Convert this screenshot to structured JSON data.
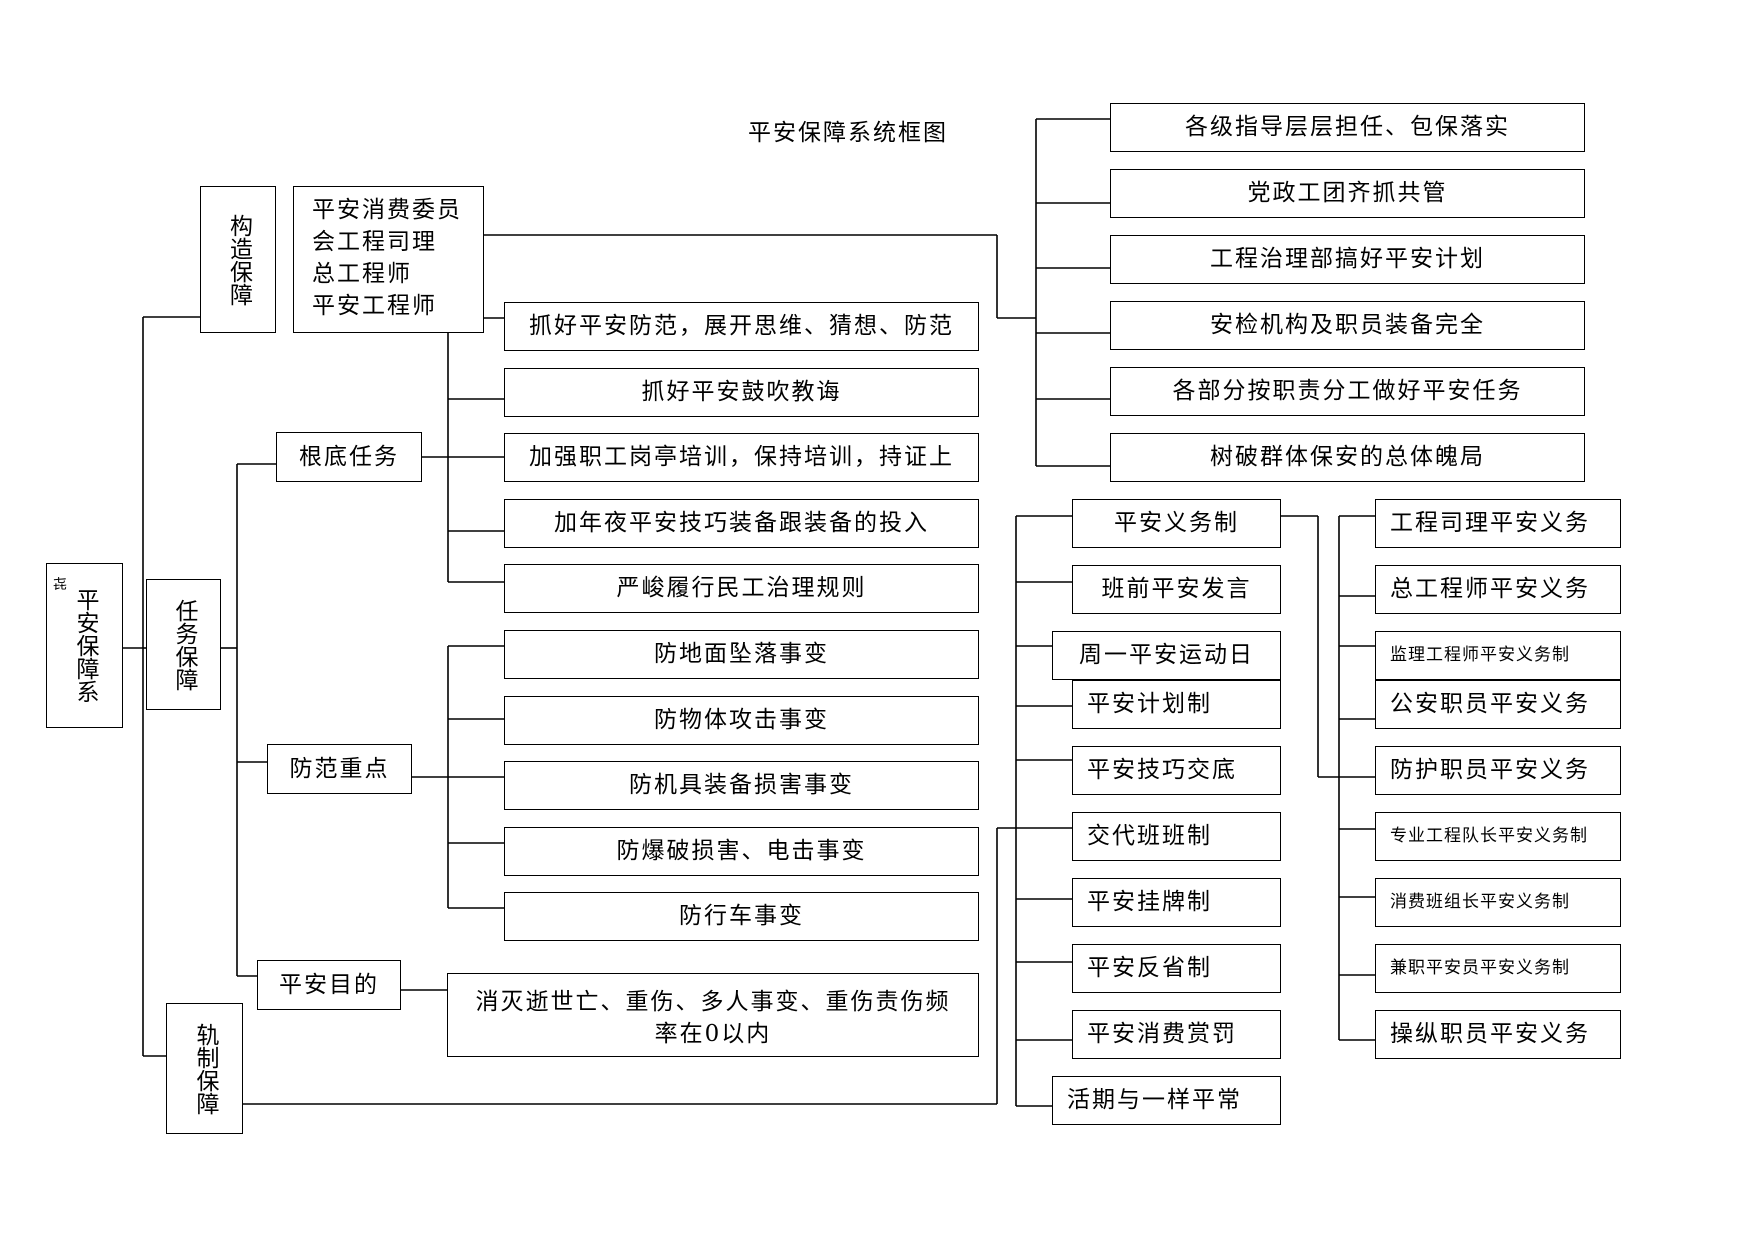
{
  "title": "平安保障系统框图",
  "root": {
    "label": "平安保障系",
    "edge_mark": "㐂"
  },
  "branches": {
    "structure": "构造保障",
    "task": "任务保障",
    "control": "轨制保障"
  },
  "structure_roles": [
    "平安消费委员",
    "会工程司理",
    "总工程师",
    "平安工程师"
  ],
  "task_groups": {
    "basic": "根底任务",
    "prevention": "防范重点",
    "goal": "平安目的"
  },
  "basic_items": [
    "抓好平安防范，展开思维、猜想、防范",
    "抓好平安鼓吹教诲",
    "加强职工岗亭培训，保持培训，持证上",
    "加年夜平安技巧装备跟装备的投入",
    "严峻履行民工治理规则"
  ],
  "prevention_items": [
    "防地面坠落事变",
    "防物体攻击事变",
    "防机具装备损害事变",
    "防爆破损害、电击事变",
    "防行车事变"
  ],
  "goal_text": [
    "消灭逝世亡、重伤、多人事变、重伤责伤频",
    "率在0以内"
  ],
  "structure_duties": [
    "各级指导层层担任、包保落实",
    "党政工团齐抓共管",
    "工程治理部搞好平安计划",
    "安检机构及职员装备完全",
    "各部分按职责分工做好平安任务",
    "树破群体保安的总体魄局"
  ],
  "systems": [
    "平安义务制",
    "班前平安发言",
    "周一平安运动日",
    "平安计划制",
    "平安技巧交底",
    "交代班班制",
    "平安挂牌制",
    "平安反省制",
    "平安消费赏罚",
    "活期与一样平常"
  ],
  "responsibilities": [
    "工程司理平安义务",
    "总工程师平安义务",
    "监理工程师平安义务制",
    "公安职员平安义务",
    "防护职员平安义务",
    "专业工程队长平安义务制",
    "消费班组长平安义务制",
    "兼职平安员平安义务制",
    "操纵职员平安义务"
  ]
}
